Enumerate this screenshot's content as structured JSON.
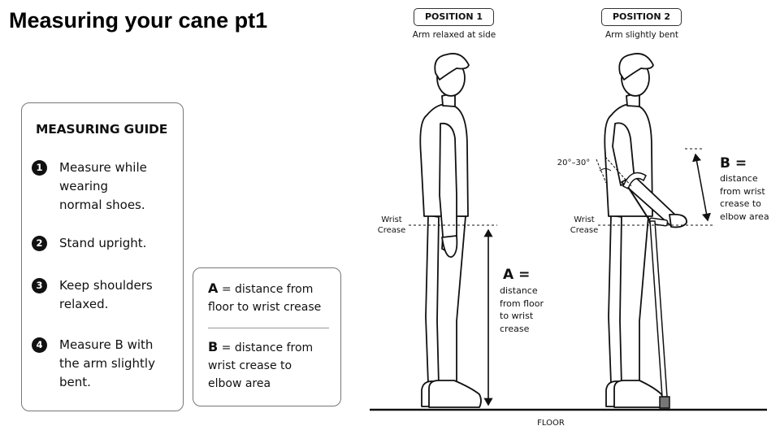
{
  "slide": {
    "title": "Measuring your cane pt1"
  },
  "guide": {
    "title": "MEASURING GUIDE",
    "steps": [
      {
        "number": "1",
        "text": "Measure while\nwearing\nnormal shoes."
      },
      {
        "number": "2",
        "text": "Stand upright."
      },
      {
        "number": "3",
        "text": "Keep shoulders\nrelaxed."
      },
      {
        "number": "4",
        "text": "Measure B with\nthe arm slightly\nbent."
      }
    ]
  },
  "definitions": {
    "a": {
      "letter": "A",
      "text": " = distance from\nfloor to wrist crease"
    },
    "b": {
      "letter": "B",
      "text": " = distance from\nwrist crease to\nelbow area"
    }
  },
  "positions": [
    {
      "label": "POSITION 1",
      "caption": "Arm relaxed at side"
    },
    {
      "label": "POSITION 2",
      "caption": "Arm slightly bent"
    }
  ],
  "annotations": {
    "wrist_crease_1": "Wrist\nCrease",
    "wrist_crease_2": "Wrist\nCrease",
    "a_letter": "A =",
    "a_desc": "distance\nfrom floor\nto wrist\ncrease",
    "b_letter": "B =",
    "b_desc": "distance\nfrom wrist\ncrease to\nelbow area",
    "angle": "20°–30°",
    "floor": "FLOOR"
  }
}
